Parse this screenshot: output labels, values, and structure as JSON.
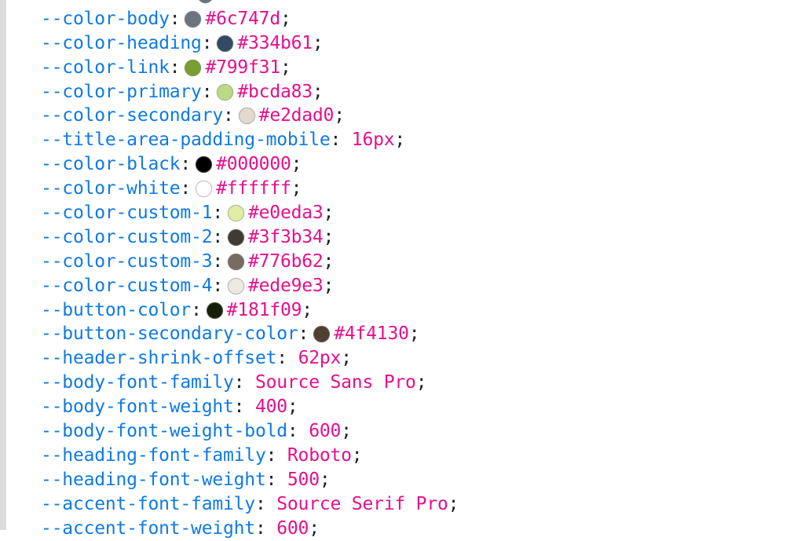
{
  "pane": {
    "name": "css-variables-rule",
    "background_color": "#ffffff",
    "gutter_color": "#dcdcdc",
    "property_color": "#0f7ae5",
    "value_color": "#e6108c",
    "punctuation_color": "#202124"
  },
  "declarations": [
    {
      "property": "--color-body",
      "value": "#6c747d",
      "swatch": "#6c747d",
      "has_swatch": true,
      "clipped": false
    },
    {
      "property": "--color-heading",
      "value": "#334b61",
      "swatch": "#334b61",
      "has_swatch": true,
      "clipped": false
    },
    {
      "property": "--color-link",
      "value": "#799f31",
      "swatch": "#799f31",
      "has_swatch": true,
      "clipped": false
    },
    {
      "property": "--color-primary",
      "value": "#bcda83",
      "swatch": "#bcda83",
      "has_swatch": true,
      "clipped": false
    },
    {
      "property": "--color-secondary",
      "value": "#e2dad0",
      "swatch": "#e2dad0",
      "has_swatch": true,
      "clipped": false
    },
    {
      "property": "--title-area-padding-mobile",
      "value": "16px",
      "swatch": "",
      "has_swatch": false,
      "clipped": false
    },
    {
      "property": "--color-black",
      "value": "#000000",
      "swatch": "#000000",
      "has_swatch": true,
      "clipped": false
    },
    {
      "property": "--color-white",
      "value": "#ffffff",
      "swatch": "#ffffff",
      "has_swatch": true,
      "clipped": false
    },
    {
      "property": "--color-custom-1",
      "value": "#e0eda3",
      "swatch": "#e0eda3",
      "has_swatch": true,
      "clipped": false
    },
    {
      "property": "--color-custom-2",
      "value": "#3f3b34",
      "swatch": "#3f3b34",
      "has_swatch": true,
      "clipped": false
    },
    {
      "property": "--color-custom-3",
      "value": "#776b62",
      "swatch": "#776b62",
      "has_swatch": true,
      "clipped": false
    },
    {
      "property": "--color-custom-4",
      "value": "#ede9e3",
      "swatch": "#ede9e3",
      "has_swatch": true,
      "clipped": false
    },
    {
      "property": "--button-color",
      "value": "#181f09",
      "swatch": "#181f09",
      "has_swatch": true,
      "clipped": false
    },
    {
      "property": "--button-secondary-color",
      "value": "#4f4130",
      "swatch": "#4f4130",
      "has_swatch": true,
      "clipped": false
    },
    {
      "property": "--header-shrink-offset",
      "value": "62px",
      "swatch": "",
      "has_swatch": false,
      "clipped": false
    },
    {
      "property": "--body-font-family",
      "value": "Source Sans Pro",
      "swatch": "",
      "has_swatch": false,
      "clipped": false
    },
    {
      "property": "--body-font-weight",
      "value": "400",
      "swatch": "",
      "has_swatch": false,
      "clipped": false
    },
    {
      "property": "--body-font-weight-bold",
      "value": "600",
      "swatch": "",
      "has_swatch": false,
      "clipped": false
    },
    {
      "property": "--heading-font-family",
      "value": "Roboto",
      "swatch": "",
      "has_swatch": false,
      "clipped": false
    },
    {
      "property": "--heading-font-weight",
      "value": "500",
      "swatch": "",
      "has_swatch": false,
      "clipped": false
    },
    {
      "property": "--accent-font-family",
      "value": "Source Serif Pro",
      "swatch": "",
      "has_swatch": false,
      "clipped": false
    },
    {
      "property": "--accent-font-weight",
      "value": "600",
      "swatch": "",
      "has_swatch": false,
      "clipped": false
    }
  ],
  "clipped_top_declaration": {
    "property": "",
    "value": "",
    "swatch": "#6c747d",
    "has_swatch": true
  },
  "separators": {
    "colon": ":",
    "semicolon": ";"
  }
}
